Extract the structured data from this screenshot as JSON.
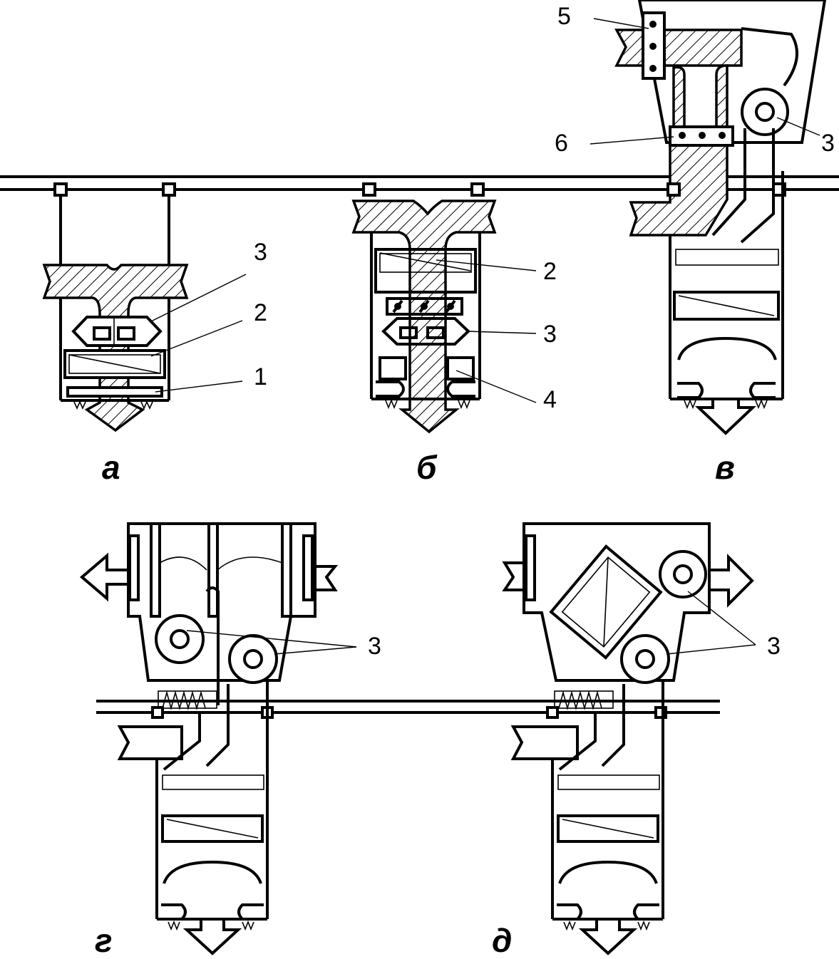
{
  "figure": {
    "panels": [
      {
        "id": "a",
        "caption": "а",
        "labels": [
          "3",
          "2",
          "1"
        ]
      },
      {
        "id": "b",
        "caption": "б",
        "labels": [
          "2",
          "3",
          "4"
        ]
      },
      {
        "id": "v",
        "caption": "в",
        "labels": [
          "5",
          "6",
          "3"
        ]
      },
      {
        "id": "g",
        "caption": "г",
        "labels": [
          "3"
        ]
      },
      {
        "id": "d",
        "caption": "д",
        "labels": [
          "3"
        ]
      }
    ]
  }
}
